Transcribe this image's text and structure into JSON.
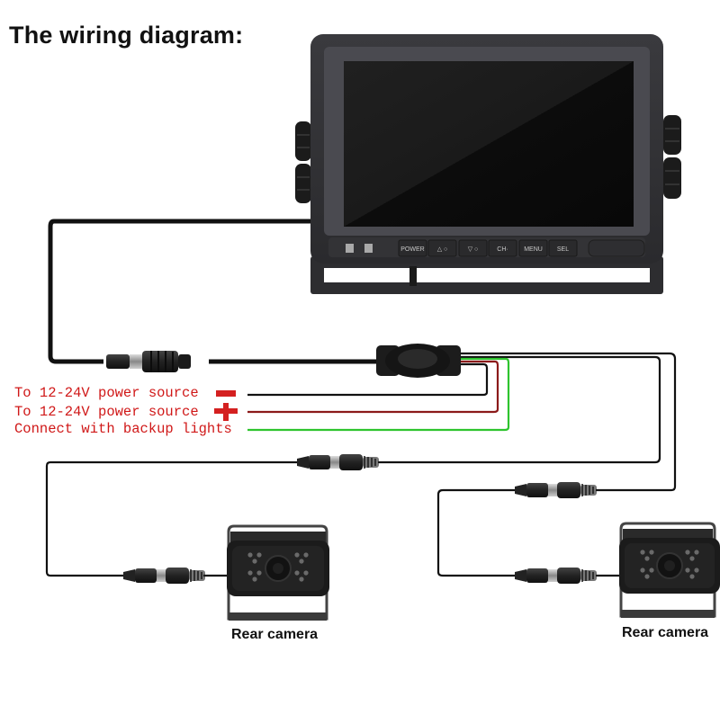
{
  "title": "The wiring diagram:",
  "legend": [
    {
      "text": "To 12-24V power source",
      "symbol": "minus",
      "wire_color": "#111111"
    },
    {
      "text": "To 12-24V power source",
      "symbol": "plus",
      "wire_color": "#8b1a1a"
    },
    {
      "text": "Connect with backup lights",
      "symbol": "",
      "wire_color": "#2ec42e"
    }
  ],
  "monitor": {
    "buttons": [
      "POWER",
      "△ ○",
      "▽ ○",
      "CH·",
      "MENU",
      "SEL"
    ]
  },
  "cameras": [
    {
      "label": "Rear camera"
    },
    {
      "label": "Rear camera"
    }
  ],
  "colors": {
    "text_red": "#d01818",
    "wire_black": "#111111",
    "wire_red": "#8b1a1a",
    "wire_green": "#2ec42e",
    "symbol_red": "#d42020"
  }
}
